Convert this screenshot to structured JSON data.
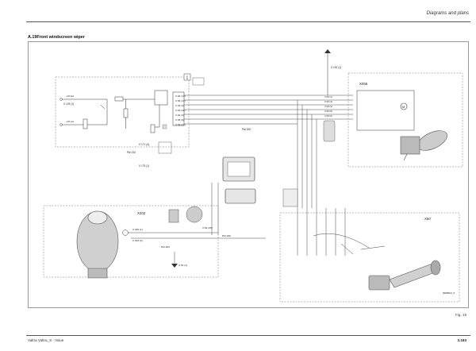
{
  "header": {
    "title": "Diagrams and plans"
  },
  "section": {
    "title": "A.19Front windscreen wiper"
  },
  "diagram": {
    "block_labels": {
      "fuse_box": "1",
      "wiper_motor": "X055",
      "washer_pump": "X202",
      "wiper_switch": "X50"
    },
    "connector_labels": {
      "x129": "X 129 (1)",
      "x171": "X 171 (4)",
      "x175": "X 175 (1)",
      "x100": "X 100 (1)",
      "x292": "X 292 (1)",
      "x293": "X 293 (2)",
      "x82": "X 82 (25)",
      "x81": "X 81 (1)",
      "x94": [
        "X 94 (13)",
        "X 94 (17)",
        "X 94 (3)",
        "X 94 (11)",
        "X 94 (4)",
        "X 94 (9)",
        "X 94 (21)"
      ],
      "x055_pins": [
        "X 65 (1)",
        "X 65 (3)",
        "X 65 (4)",
        "X 65 (5)",
        "X 65 (6)"
      ]
    },
    "harness_labels": [
      "PAI 200",
      "PAI 210",
      "PAI 200",
      "PAI 203"
    ],
    "image_code": "RM850L0_5"
  },
  "figure": {
    "label": "Fig. 19"
  },
  "footer": {
    "left": "Valtra Valtra_S - Issue",
    "right": "3.193"
  }
}
